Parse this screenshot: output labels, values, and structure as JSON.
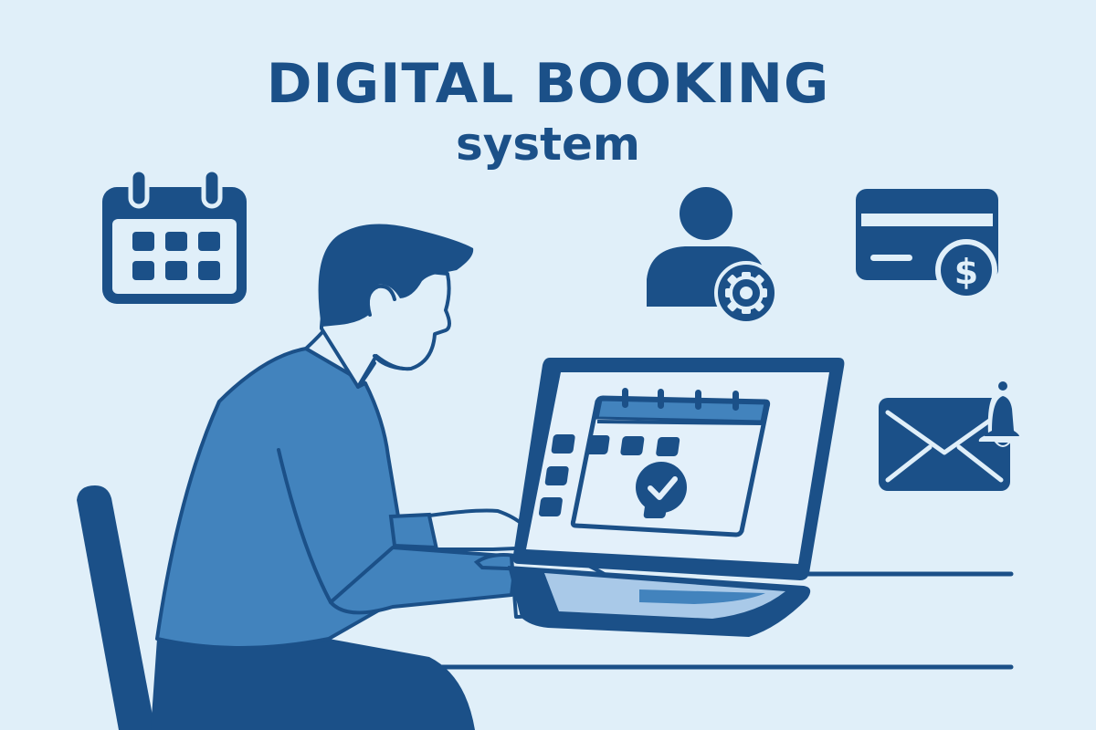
{
  "header": {
    "title": "DIGITAL BOOKING",
    "subtitle": "system"
  },
  "illustration": {
    "icons": [
      {
        "name": "calendar-icon",
        "position": "top-left"
      },
      {
        "name": "user-settings-icon",
        "position": "top-center-right"
      },
      {
        "name": "credit-card-payment-icon",
        "position": "top-right"
      },
      {
        "name": "email-notification-icon",
        "position": "right"
      },
      {
        "name": "laptop-booking-calendar-icon",
        "position": "center"
      }
    ],
    "payment_symbol": "$",
    "scene": "person seated at desk using laptop"
  },
  "colors": {
    "background": "#e0eff9",
    "primary_dark": "#1b5088",
    "shirt_blue": "#4283bd",
    "light_fill": "#e3f0fa",
    "keyboard_light": "#a9c9e8"
  }
}
